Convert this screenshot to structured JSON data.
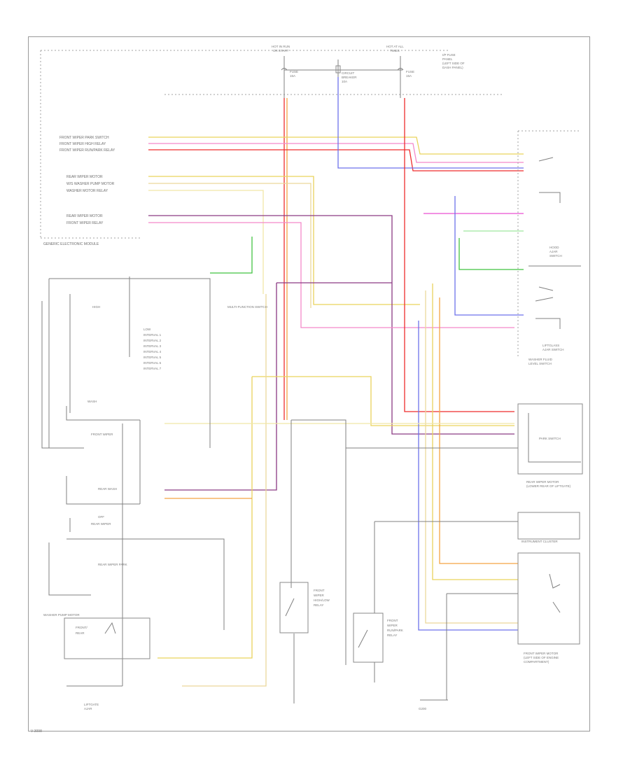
{
  "header": {
    "left_source": [
      "HOT IN RUN",
      "OR START"
    ],
    "right_source": [
      "HOT AT ALL",
      "TIMES"
    ],
    "fuse_box": [
      "I/P FUSE",
      "PANEL",
      "(LEFT SIDE OF",
      "DASH PANEL)"
    ],
    "fuse_a": [
      "FUSE",
      "15A"
    ],
    "fuse_b": [
      "CIRCUIT",
      "BREAKER",
      "10A"
    ],
    "fuse_c": [
      "FUSE",
      "15A"
    ]
  },
  "labels": {
    "gem_rows_top": [
      "FRONT WIPER PARK SWITCH",
      "FRONT WIPER HIGH RELAY",
      "FRONT WIPER RUN/PARK RELAY"
    ],
    "gem_rows_mid": [
      "REAR WIPER MOTOR",
      "W/S WASHER PUMP MOTOR",
      "WASHER MOTOR RELAY"
    ],
    "gem_rows_low": [
      "REAR WIPER MOTOR",
      "FRONT WIPER RELAY"
    ],
    "gem_title": "GENERIC ELECTRONIC MODULE",
    "mfs_positions": [
      "HIGH",
      "LOW",
      "INTERVAL 1",
      "INTERVAL 2",
      "INTERVAL 3",
      "INTERVAL 4",
      "INTERVAL 5",
      "INTERVAL 6",
      "INTERVAL 7"
    ],
    "mfs_title": "MULTI-FUNCTION SWITCH",
    "mfs_wash": "WASH",
    "front_wiper": "FRONT WIPER",
    "rear_wash": "REAR WASH",
    "rear_wiper": "REAR WIPER",
    "off": "OFF",
    "rear_wiper_park": "REAR WIPER PARK",
    "washer_pump_motor": [
      "WASHER PUMP MOTOR",
      "FRONT/",
      "REAR"
    ],
    "liftgate_ajar": [
      "LIFTGATE",
      "AJAR"
    ],
    "liftglass_switch": [
      "LIFTGLASS",
      "AJAR SWITCH"
    ],
    "hood_switch": [
      "HOOD",
      "AJAR",
      "SWITCH"
    ],
    "rear_wiper_motor": [
      "REAR WIPER MOTOR",
      "(LOWER REAR OF LIFTGATE)"
    ],
    "park_switch": "PARK SWITCH",
    "front_wiper_motor": [
      "FRONT WIPER MOTOR",
      "(LEFT SIDE OF ENGINE",
      "COMPARTMENT)"
    ],
    "washer_fluid_level": [
      "WASHER FLUID",
      "LEVEL SWITCH"
    ],
    "relay_left": [
      "FRONT",
      "WIPER",
      "HIGH/LOW",
      "RELAY"
    ],
    "relay_right": [
      "FRONT",
      "WIPER",
      "RUN/PARK",
      "RELAY"
    ],
    "ground": "G200",
    "page_id": "V-3098",
    "instr_cluster": "INSTRUMENT CLUSTER"
  },
  "wires": {
    "colors": {
      "red": "#ef2c2c",
      "orange": "#f3a544",
      "yellow": "#e9d35c",
      "yellow_light": "#f0e6a8",
      "magenta": "#e94fd2",
      "pink": "#f389c9",
      "blue": "#6d72ec",
      "green": "#42c242",
      "green_light": "#9ee79e",
      "purple": "#8c3a84",
      "tan": "#ecd89b",
      "white_dk": "#c8c8c8"
    }
  }
}
